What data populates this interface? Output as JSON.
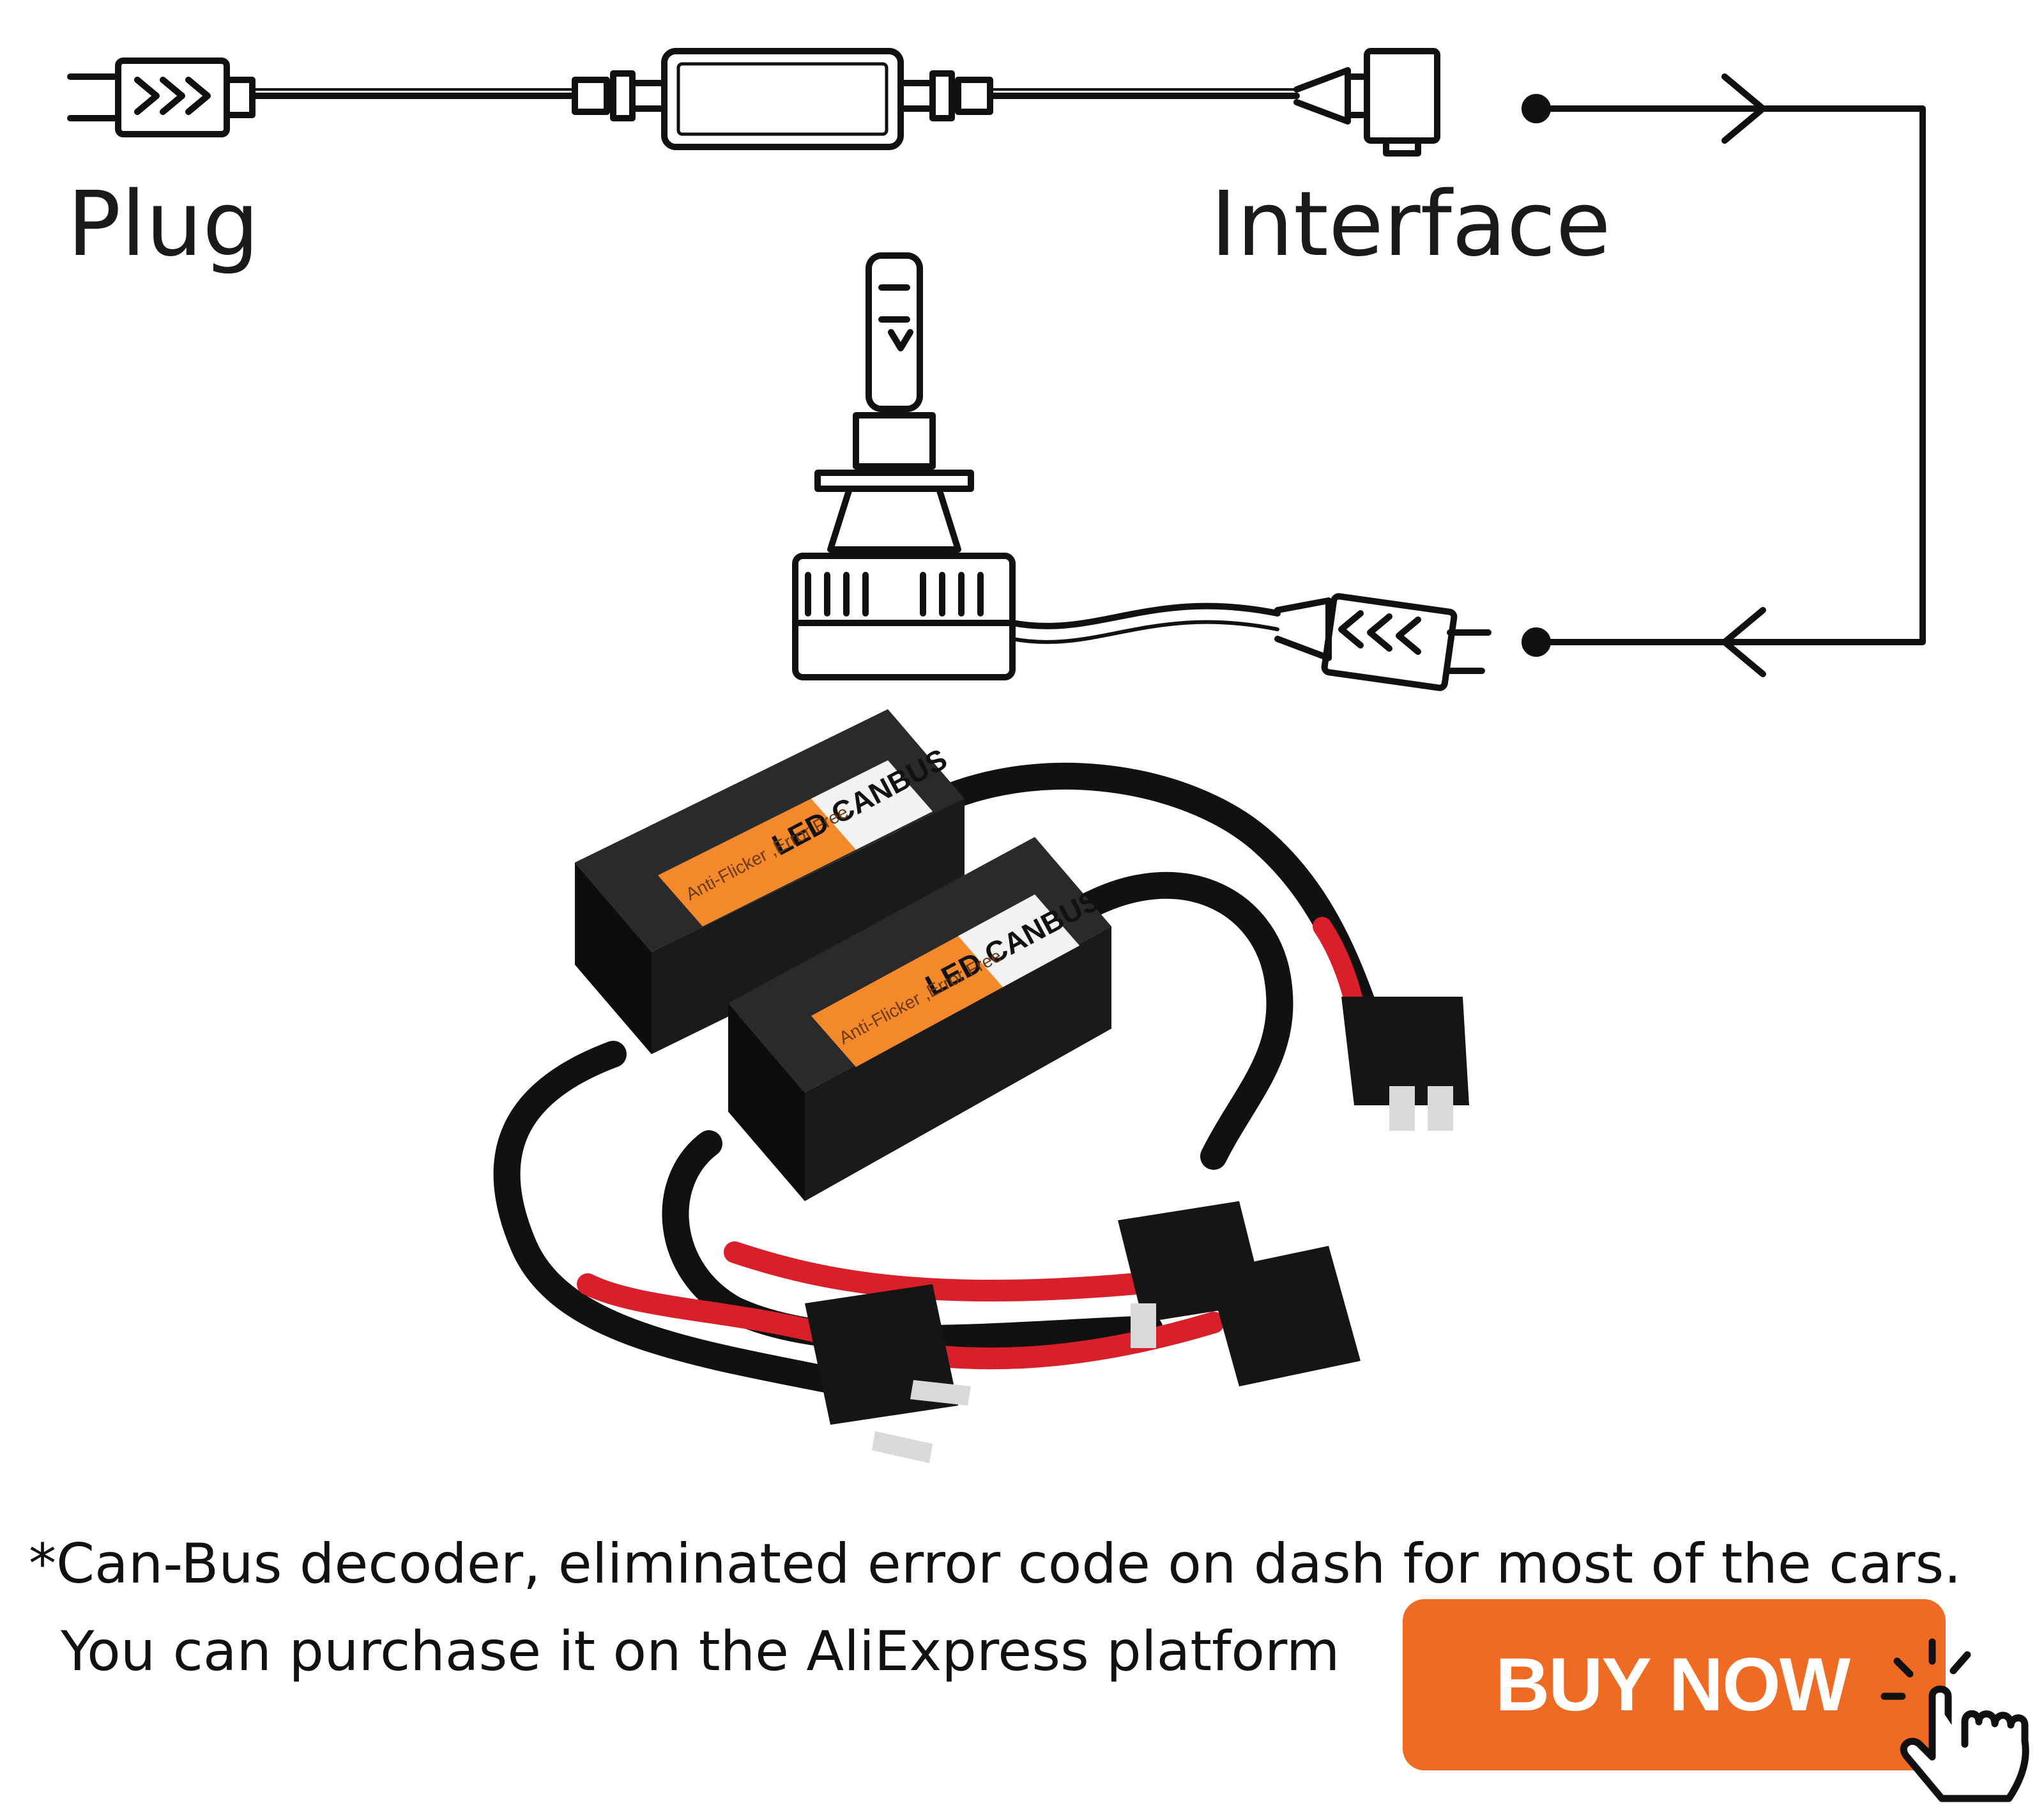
{
  "diagram": {
    "labels": {
      "plug": "Plug",
      "interface": "Interface"
    }
  },
  "product_labels": {
    "brand": "LED CANBUS",
    "tagline": "Anti-Flicker ,Error Free"
  },
  "caption": {
    "line1": "*Can-Bus decoder, eliminated error code on dash for most of the cars.",
    "line2": "You can purchase it on the AliExpress platform"
  },
  "cta": {
    "label": "BUY NOW",
    "color": "#ef6b24",
    "icon": "hand-pointer-click-icon"
  }
}
